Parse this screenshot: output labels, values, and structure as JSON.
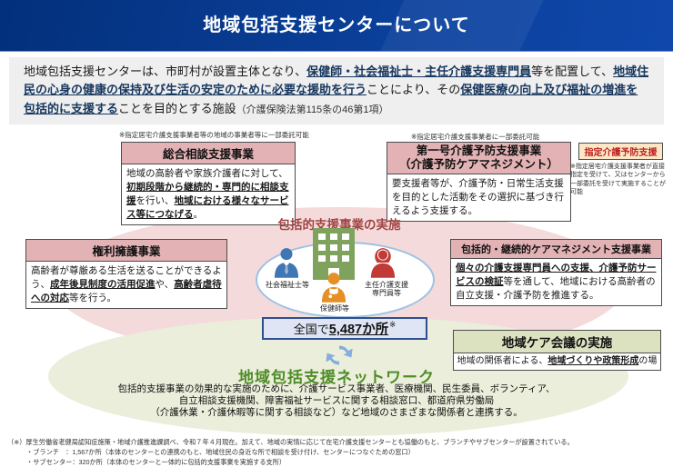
{
  "header": {
    "title": "地域包括支援センターについて"
  },
  "colors": {
    "header_blue": "#0a3f99",
    "emphasis_navy": "#17375e",
    "box_header_pink": "#e3b2b4",
    "pink_ellipse": "#f4dada",
    "green_ellipse": "#ebeedb",
    "network_green": "#4f8c28",
    "center_red": "#a04444",
    "shitei_red": "#bf1e1e",
    "count_border_blue": "#2f4f8f"
  },
  "intro": {
    "segments": [
      {
        "text": "地域包括支援センターは、市町村が設置主体となり、"
      },
      {
        "text": "保健師・社会福祉士・主任介護支援専門員",
        "em": true
      },
      {
        "text": "等を配置して、"
      },
      {
        "text": "地域住民の心身の健康の保持及び生活の安定のために必要な援助を行う",
        "em": true
      },
      {
        "text": "ことにより、その"
      },
      {
        "text": "保健医療の向上及び福祉の増進を包括的に支援する",
        "em": true
      },
      {
        "text": "ことを目的とする施設"
      },
      {
        "text": "（介護保険法第115条の46第1項）"
      }
    ]
  },
  "boxes": {
    "sogo": {
      "note": "※指定居宅介護支援事業者等の地域の事業者等に一部委託可能",
      "title": "総合相談支援事業",
      "body": [
        {
          "text": "地域の高齢者や家族介護者に対して、"
        },
        {
          "text": "初期段階から継続的・専門的に相談支援",
          "em": true
        },
        {
          "text": "を行い、"
        },
        {
          "text": "地域における様々なサービス等につなげる",
          "em": true
        },
        {
          "text": "。"
        }
      ]
    },
    "daiichigo": {
      "note": "※指定居宅介護支援事業者に一部委託可能",
      "title_line1": "第一号介護予防支援事業",
      "title_line2": "（介護予防ケアマネジメント）",
      "body": "要支援者等が、介護予防・日常生活支援を目的とした活動をその選択に基づき行えるよう支援する。"
    },
    "shitei": {
      "title": "指定介護予防支援",
      "note": "※指定居宅介護支援事業者が直接指定を受けて、又はセンターから一部委託を受けて実施することが可能"
    },
    "kenri": {
      "title": "権利擁護事業",
      "body": [
        {
          "text": "高齢者が尊厳ある生活を送ることができるよう、"
        },
        {
          "text": "成年後見制度の活用促進",
          "em": true
        },
        {
          "text": "や、"
        },
        {
          "text": "高齢者虐待への対応",
          "em": true
        },
        {
          "text": "等を行う。"
        }
      ]
    },
    "keizoku": {
      "title": "包括的・継続的ケアマネジメント支援事業",
      "body": [
        {
          "text": "個々の介護支援専門員への支援、介護予防サービスの検証",
          "em": true
        },
        {
          "text": "等を通して、地域における高齢者の自立支援・介護予防を推進する。"
        }
      ]
    },
    "care_meeting": {
      "title": "地域ケア会議の実施",
      "body": [
        {
          "text": "地域の関係者による、"
        },
        {
          "text": "地域づくりや政策形成",
          "em": true
        },
        {
          "text": "の場"
        }
      ]
    }
  },
  "center": {
    "title": "包括的支援事業の実施",
    "roles": {
      "social_worker": "社会福祉士等",
      "nurse": "保健師等",
      "care_manager_line1": "主任介護支援",
      "care_manager_line2": "専門員等"
    },
    "count_prefix": "全国で",
    "count_value": "5,487か所",
    "count_note_mark": "※"
  },
  "network": {
    "title": "地域包括支援ネットワーク",
    "line1": "包括的支援事業の効果的な実施のために、介護サービス事業者、医療機関、民生委員、ボランティア、",
    "line2": "自立相談支援機関、障害福祉サービスに関する相談窓口、都道府県労働局",
    "line3": "（介護休業・介護休暇等に関する相談など）など地域のさまざまな関係者と連携する。"
  },
  "footnotes": {
    "line1": "（※）厚生労働省老健局認知症施策・地域介護推進課調べ、令和７年４月現在。加えて、地域の実情に応じて在宅介護支援センターとも協働のもと、ブランチやサブセンターが設置されている。",
    "line2": "・ブランチ　：1,567か所（本体のセンターとの連携のもと、地域住民の身近な所で相談を受け付け、センターにつなぐための窓口）",
    "line3": "・サブセンター：320か所（本体のセンターと一体的に包括的支援事業を実施する支所）"
  }
}
